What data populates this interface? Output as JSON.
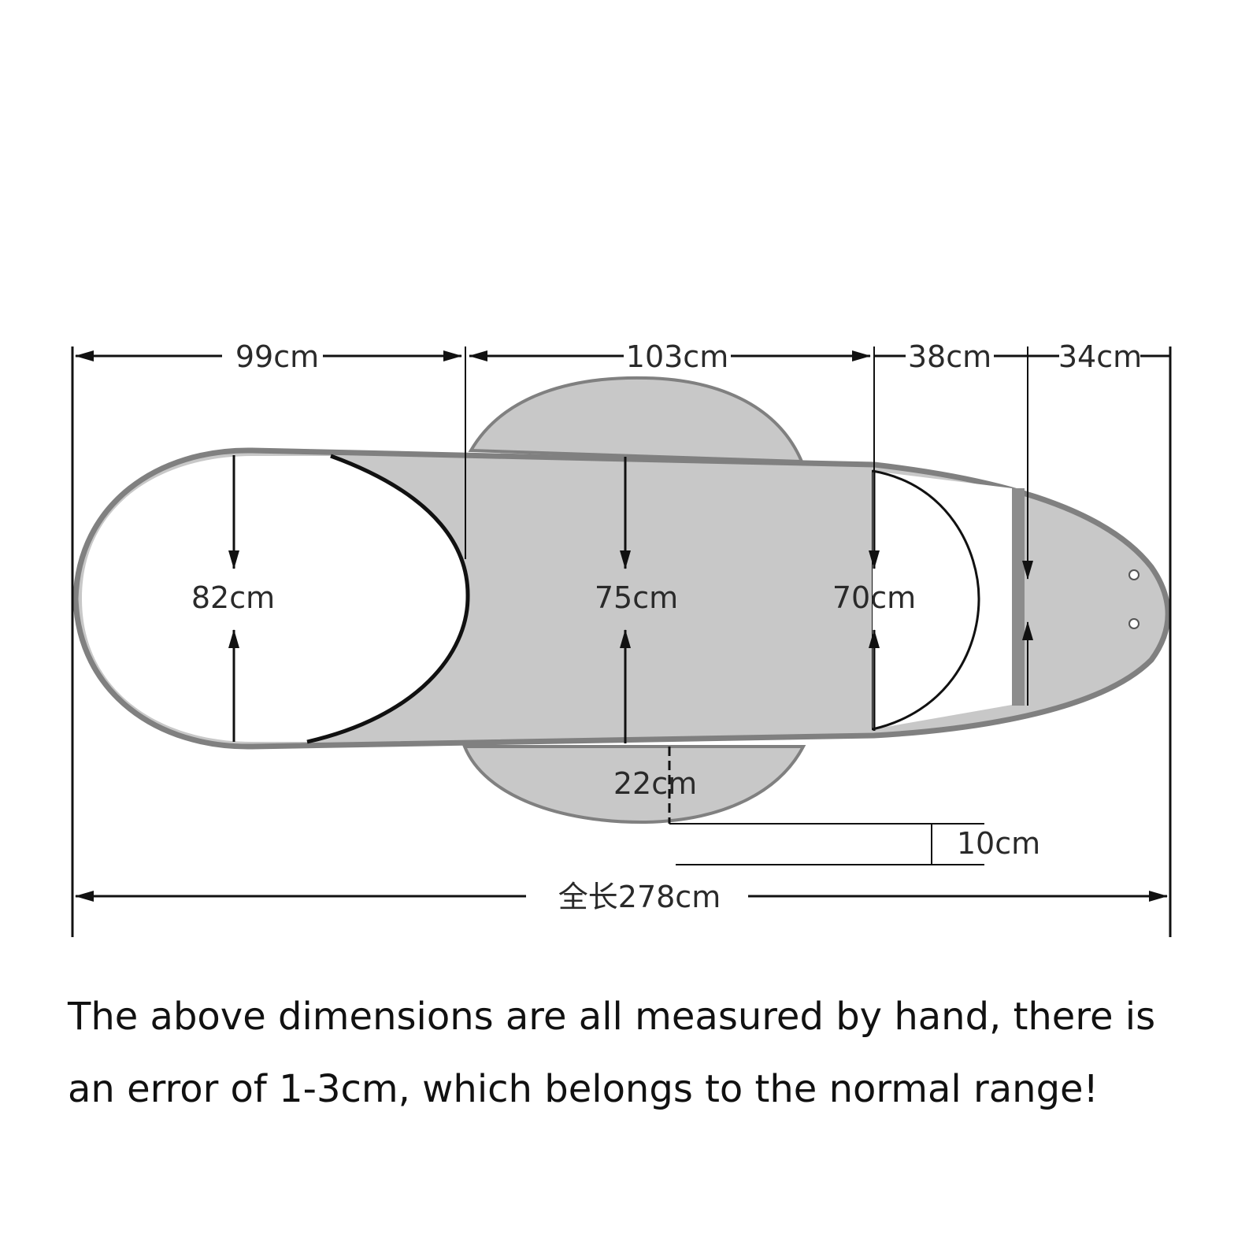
{
  "colors": {
    "board_fill": "#c8c8c8",
    "board_outline": "#808080",
    "open_fill": "#ffffff",
    "line": "#111111",
    "text": "#111111"
  },
  "dimensions": {
    "seg1": "99cm",
    "seg2": "103cm",
    "seg3": "38cm",
    "seg4": "34cm",
    "width1": "82cm",
    "width2": "75cm",
    "width3": "70cm",
    "tab_depth": "22cm",
    "offset": "10cm",
    "total": "全长278cm"
  },
  "note": {
    "line1": "The above dimensions are all measured by hand, there is",
    "line2": "an error of 1-3cm, which belongs to the normal range!"
  }
}
